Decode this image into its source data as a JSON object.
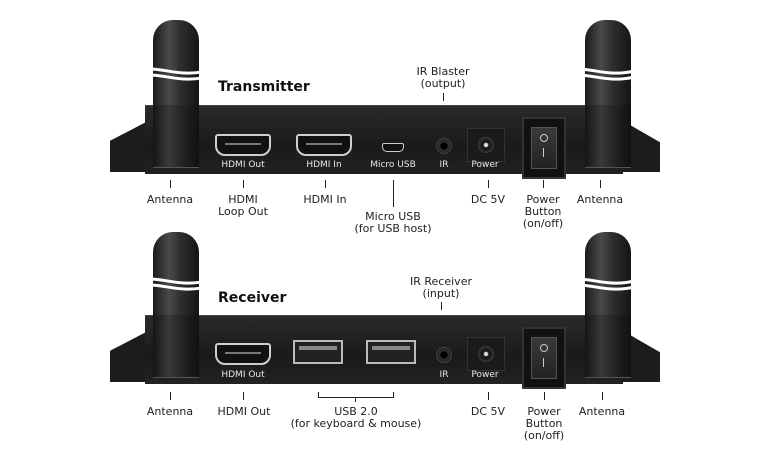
{
  "transmitter": {
    "title": "Transmitter",
    "port_labels": {
      "hdmi_out": "HDMI Out",
      "hdmi_in": "HDMI In",
      "micro_usb": "Micro USB",
      "ir": "IR",
      "power": "Power"
    },
    "callouts": {
      "antenna_left": "Antenna",
      "hdmi_loop_out": [
        "HDMI",
        "Loop Out"
      ],
      "hdmi_in": "HDMI In",
      "micro_usb": [
        "Micro USB",
        "(for USB host)"
      ],
      "ir_blaster": [
        "IR Blaster",
        "(output)"
      ],
      "dc": "DC 5V",
      "power_button": [
        "Power",
        "Button",
        "(on/off)"
      ],
      "antenna_right": "Antenna"
    }
  },
  "receiver": {
    "title": "Receiver",
    "port_labels": {
      "hdmi_out": "HDMI Out",
      "ir": "IR",
      "power": "Power"
    },
    "callouts": {
      "antenna_left": "Antenna",
      "hdmi_out": "HDMI Out",
      "usb": [
        "USB 2.0",
        "(for keyboard & mouse)"
      ],
      "ir_receiver": [
        "IR Receiver",
        "(input)"
      ],
      "dc": "DC 5V",
      "power_button": [
        "Power",
        "Button",
        "(on/off)"
      ],
      "antenna_right": "Antenna"
    }
  },
  "icons": {
    "switch_on": "I",
    "switch_off": "O"
  }
}
